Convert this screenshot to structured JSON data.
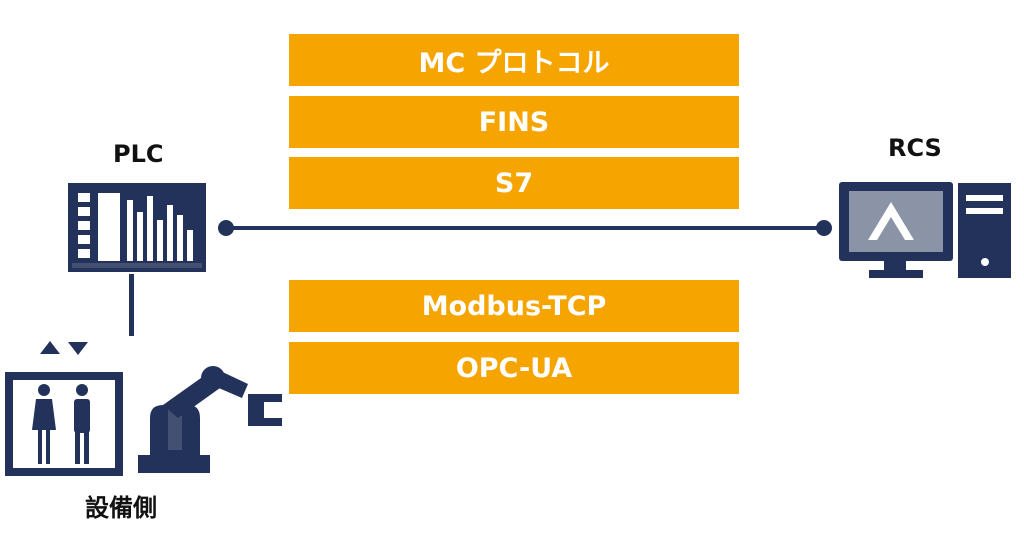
{
  "protocols_top": [
    "MC プロトコル",
    "FINS",
    "S7"
  ],
  "protocols_bottom": [
    "Modbus-TCP",
    "OPC-UA"
  ],
  "labels": {
    "plc": "PLC",
    "rcs": "RCS",
    "equipment": "設備側"
  },
  "colors": {
    "navy": "#23325A",
    "orange": "#F5A400",
    "monitor_screen": "#8A94A6"
  },
  "icons": [
    "plc-icon",
    "computer-icon",
    "elevator-icon",
    "robot-arm-icon",
    "triangle-up-icon",
    "triangle-down-icon"
  ]
}
